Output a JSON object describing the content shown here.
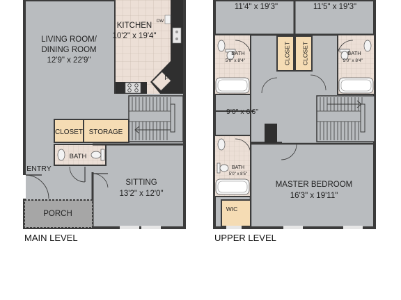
{
  "main_level": {
    "caption": "MAIN LEVEL",
    "living_dining": {
      "name_line1": "LIVING ROOM/",
      "name_line2": "DINING ROOM",
      "dims": "12'9\" x 22'9\""
    },
    "kitchen": {
      "name": "KITCHEN",
      "dims": "10'2\" x 19'4\"",
      "dw": "DW",
      "fridge": "F"
    },
    "closet": "CLOSET",
    "storage": "STORAGE",
    "bath": "BATH",
    "sitting": {
      "name": "SITTING",
      "dims": "13'2\" x 12'0\""
    },
    "entry": "ENTRY",
    "porch": "PORCH"
  },
  "upper_level": {
    "caption": "UPPER LEVEL",
    "bedroom_left_dims": "11'4\" x 19'3\"",
    "bedroom_right_dims": "11'5\" x 19'3\"",
    "bath_left": {
      "name": "BATH",
      "dims": "5'0\" x 8'4\""
    },
    "bath_right": {
      "name": "BATH",
      "dims": "5'0\" x 8'4\""
    },
    "closet_left": "CLOSET",
    "closet_right": "CLOSET",
    "hall_dims": "9'0\" x 6'6\"",
    "bath_bottom": {
      "name": "BATH",
      "dims": "5'0\" x 8'5\""
    },
    "master": {
      "name": "MASTER BEDROOM",
      "dims": "16'3\" x 19'11\""
    },
    "wic": "WIC"
  },
  "colors": {
    "room": "#b9bcbf",
    "wall": "#3b3b3b",
    "tile": "#ecdfd6",
    "closet": "#f5dcb4",
    "porch": "#a6a6a6"
  }
}
